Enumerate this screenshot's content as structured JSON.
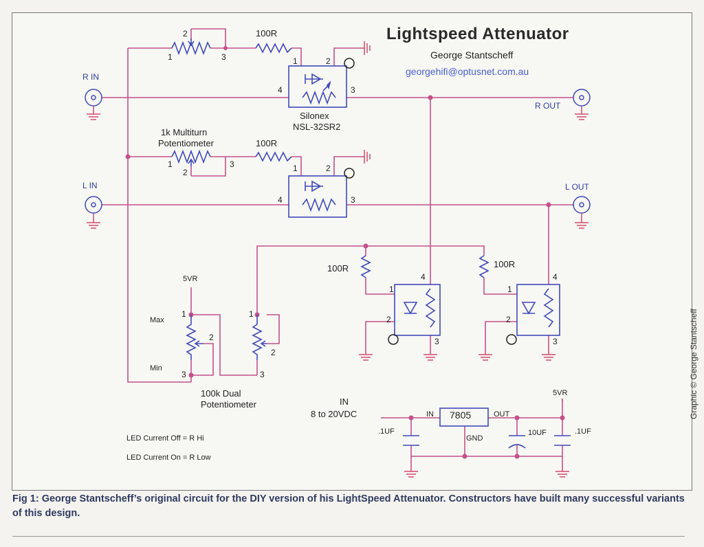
{
  "title": "Lightspeed Attenuator",
  "author": "George Stantscheff",
  "email": "georgehifi@optusnet.com.au",
  "labels": {
    "r_in": "R IN",
    "l_in": "L IN",
    "r_out": "R  OUT",
    "l_out": "L OUT",
    "res_top": "100R",
    "res_mid": "100R",
    "res_low_left": "100R",
    "res_low_right": "100R",
    "silonex1": "Silonex",
    "silonex2": "NSL-32SR2",
    "pot_multiturn1": "1k Multiturn",
    "pot_multiturn2": "Potentiometer",
    "pot_dual1": "100k Dual",
    "pot_dual2": "Potentiometer",
    "v5_left": "5VR",
    "v5_right": "5VR",
    "max": "Max",
    "min": "Min",
    "in_label": "IN",
    "in_range": "8 to 20VDC",
    "reg": "7805",
    "reg_in": "IN",
    "reg_out": "OUT",
    "reg_gnd": "GND",
    "cap_in": ".1UF",
    "cap_10": "10UF",
    "cap_out": ".1UF",
    "note_off": "LED Current Off = R Hi",
    "note_on": "LED Current On = R Low"
  },
  "pins": {
    "p1": "1",
    "p2": "2",
    "p3": "3",
    "p4": "4"
  },
  "caption": "Fig 1: George Stantscheff’s original circuit for the DIY version of his LightSpeed Attenuator. Constructors have built many successful variants of this design.",
  "credit": "Graphic © George Stantscheff",
  "colors": {
    "wire": "#c4508a",
    "component": "#3f49b8",
    "ground": "#d24a6a",
    "caption": "#2e3a60"
  }
}
